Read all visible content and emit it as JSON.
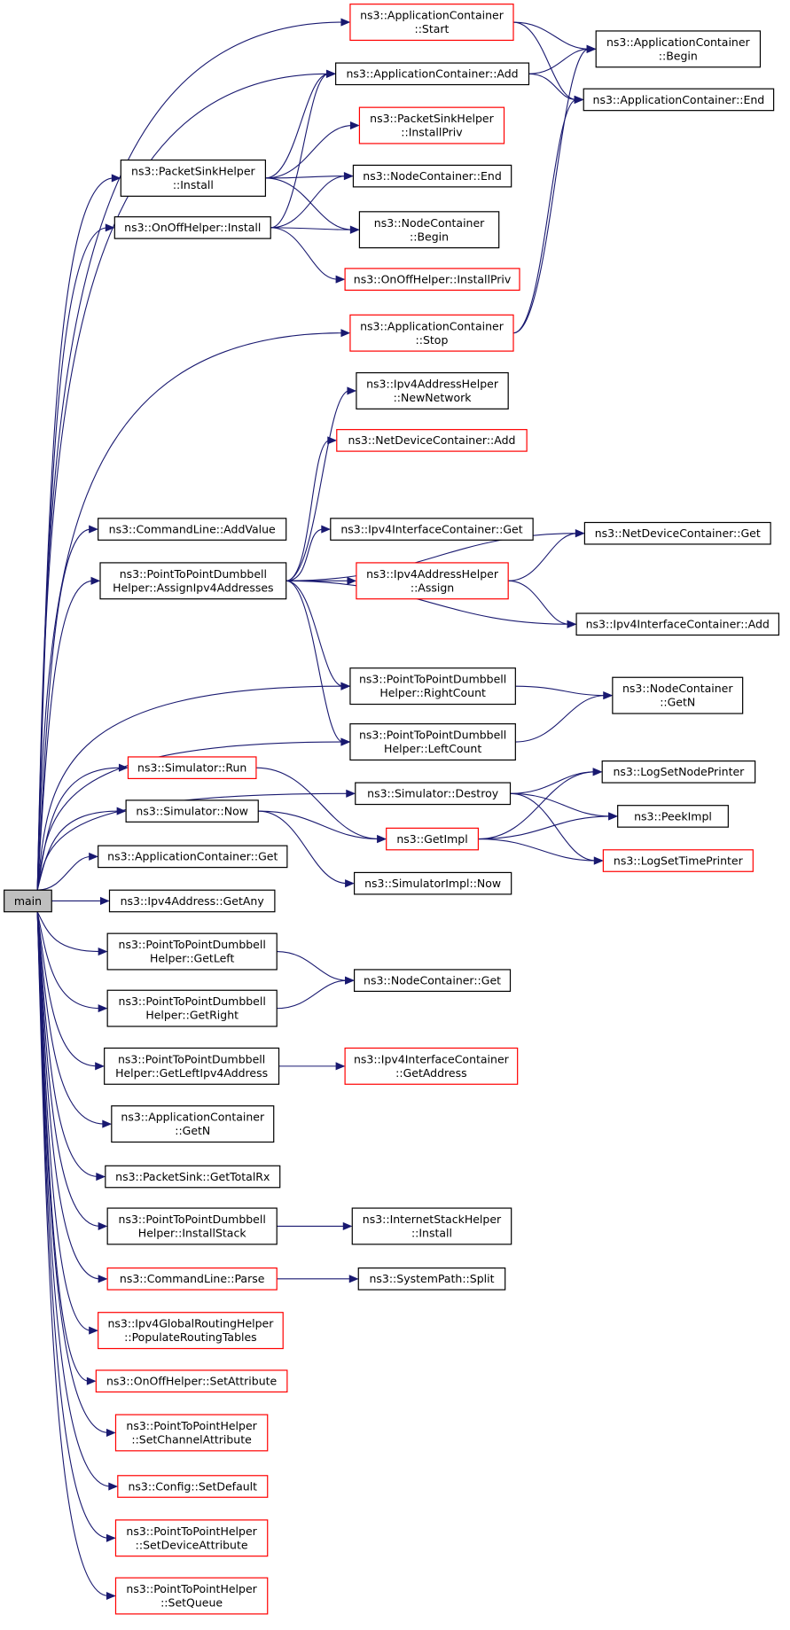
{
  "colors": {
    "edge": "#191970",
    "border_default": "#000000",
    "border_red": "#ff0000",
    "root_fill": "#bfbfbf",
    "node_fill": "#ffffff"
  },
  "nodes": [
    {
      "id": "main",
      "lines": [
        "main"
      ],
      "border": "black",
      "fill": "gray"
    },
    {
      "id": "ac_start",
      "lines": [
        "ns3::ApplicationContainer",
        "::Start"
      ],
      "border": "red"
    },
    {
      "id": "ac_add",
      "lines": [
        "ns3::ApplicationContainer::Add"
      ],
      "border": "black"
    },
    {
      "id": "ac_begin",
      "lines": [
        "ns3::ApplicationContainer",
        "::Begin"
      ],
      "border": "black"
    },
    {
      "id": "ac_end",
      "lines": [
        "ns3::ApplicationContainer::End"
      ],
      "border": "black"
    },
    {
      "id": "psh_installpriv",
      "lines": [
        "ns3::PacketSinkHelper",
        "::InstallPriv"
      ],
      "border": "red"
    },
    {
      "id": "psh_install",
      "lines": [
        "ns3::PacketSinkHelper",
        "::Install"
      ],
      "border": "black"
    },
    {
      "id": "nc_end",
      "lines": [
        "ns3::NodeContainer::End"
      ],
      "border": "black"
    },
    {
      "id": "ooh_install",
      "lines": [
        "ns3::OnOffHelper::Install"
      ],
      "border": "black"
    },
    {
      "id": "nc_begin",
      "lines": [
        "ns3::NodeContainer",
        "::Begin"
      ],
      "border": "black"
    },
    {
      "id": "ooh_installpriv",
      "lines": [
        "ns3::OnOffHelper::InstallPriv"
      ],
      "border": "red"
    },
    {
      "id": "ac_stop",
      "lines": [
        "ns3::ApplicationContainer",
        "::Stop"
      ],
      "border": "red"
    },
    {
      "id": "ipv4h_newnetwork",
      "lines": [
        "ns3::Ipv4AddressHelper",
        "::NewNetwork"
      ],
      "border": "black"
    },
    {
      "id": "ndc_add",
      "lines": [
        "ns3::NetDeviceContainer::Add"
      ],
      "border": "red"
    },
    {
      "id": "cl_addvalue",
      "lines": [
        "ns3::CommandLine::AddValue"
      ],
      "border": "black"
    },
    {
      "id": "ipv4ic_get",
      "lines": [
        "ns3::Ipv4InterfaceContainer::Get"
      ],
      "border": "black"
    },
    {
      "id": "ndc_get",
      "lines": [
        "ns3::NetDeviceContainer::Get"
      ],
      "border": "black"
    },
    {
      "id": "p2pdb_assign",
      "lines": [
        "ns3::PointToPointDumbbell",
        "Helper::AssignIpv4Addresses"
      ],
      "border": "black"
    },
    {
      "id": "ipv4h_assign",
      "lines": [
        "ns3::Ipv4AddressHelper",
        "::Assign"
      ],
      "border": "red"
    },
    {
      "id": "ipv4ic_add",
      "lines": [
        "ns3::Ipv4InterfaceContainer::Add"
      ],
      "border": "black"
    },
    {
      "id": "p2pdb_rightcount",
      "lines": [
        "ns3::PointToPointDumbbell",
        "Helper::RightCount"
      ],
      "border": "black"
    },
    {
      "id": "nc_getn",
      "lines": [
        "ns3::NodeContainer",
        "::GetN"
      ],
      "border": "black"
    },
    {
      "id": "p2pdb_leftcount",
      "lines": [
        "ns3::PointToPointDumbbell",
        "Helper::LeftCount"
      ],
      "border": "black"
    },
    {
      "id": "sim_run",
      "lines": [
        "ns3::Simulator::Run"
      ],
      "border": "red"
    },
    {
      "id": "sim_destroy",
      "lines": [
        "ns3::Simulator::Destroy"
      ],
      "border": "black"
    },
    {
      "id": "log_setnodeprinter",
      "lines": [
        "ns3::LogSetNodePrinter"
      ],
      "border": "black"
    },
    {
      "id": "sim_now",
      "lines": [
        "ns3::Simulator::Now"
      ],
      "border": "black"
    },
    {
      "id": "getimpl",
      "lines": [
        "ns3::GetImpl"
      ],
      "border": "red"
    },
    {
      "id": "peekimpl",
      "lines": [
        "ns3::PeekImpl"
      ],
      "border": "black"
    },
    {
      "id": "log_settimeprinter",
      "lines": [
        "ns3::LogSetTimePrinter"
      ],
      "border": "red"
    },
    {
      "id": "ac_get",
      "lines": [
        "ns3::ApplicationContainer::Get"
      ],
      "border": "black"
    },
    {
      "id": "simimpl_now",
      "lines": [
        "ns3::SimulatorImpl::Now"
      ],
      "border": "black"
    },
    {
      "id": "ipv4addr_getany",
      "lines": [
        "ns3::Ipv4Address::GetAny"
      ],
      "border": "black"
    },
    {
      "id": "p2pdb_getleft",
      "lines": [
        "ns3::PointToPointDumbbell",
        "Helper::GetLeft"
      ],
      "border": "black"
    },
    {
      "id": "nc_get",
      "lines": [
        "ns3::NodeContainer::Get"
      ],
      "border": "black"
    },
    {
      "id": "p2pdb_getright",
      "lines": [
        "ns3::PointToPointDumbbell",
        "Helper::GetRight"
      ],
      "border": "black"
    },
    {
      "id": "p2pdb_getleftipv4",
      "lines": [
        "ns3::PointToPointDumbbell",
        "Helper::GetLeftIpv4Address"
      ],
      "border": "black"
    },
    {
      "id": "ipv4ic_getaddress",
      "lines": [
        "ns3::Ipv4InterfaceContainer",
        "::GetAddress"
      ],
      "border": "red"
    },
    {
      "id": "ac_getn",
      "lines": [
        "ns3::ApplicationContainer",
        "::GetN"
      ],
      "border": "black"
    },
    {
      "id": "ps_gettotalrx",
      "lines": [
        "ns3::PacketSink::GetTotalRx"
      ],
      "border": "black"
    },
    {
      "id": "p2pdb_installstack",
      "lines": [
        "ns3::PointToPointDumbbell",
        "Helper::InstallStack"
      ],
      "border": "black"
    },
    {
      "id": "ish_install",
      "lines": [
        "ns3::InternetStackHelper",
        "::Install"
      ],
      "border": "black"
    },
    {
      "id": "cl_parse",
      "lines": [
        "ns3::CommandLine::Parse"
      ],
      "border": "red"
    },
    {
      "id": "sp_split",
      "lines": [
        "ns3::SystemPath::Split"
      ],
      "border": "black"
    },
    {
      "id": "ipv4grh_populate",
      "lines": [
        "ns3::Ipv4GlobalRoutingHelper",
        "::PopulateRoutingTables"
      ],
      "border": "red"
    },
    {
      "id": "ooh_setattribute",
      "lines": [
        "ns3::OnOffHelper::SetAttribute"
      ],
      "border": "red"
    },
    {
      "id": "p2ph_setchannelattr",
      "lines": [
        "ns3::PointToPointHelper",
        "::SetChannelAttribute"
      ],
      "border": "red"
    },
    {
      "id": "config_setdefault",
      "lines": [
        "ns3::Config::SetDefault"
      ],
      "border": "red"
    },
    {
      "id": "p2ph_setdeviceattr",
      "lines": [
        "ns3::PointToPointHelper",
        "::SetDeviceAttribute"
      ],
      "border": "red"
    },
    {
      "id": "p2ph_setqueue",
      "lines": [
        "ns3::PointToPointHelper",
        "::SetQueue"
      ],
      "border": "red"
    }
  ],
  "edges": [
    [
      "main",
      "ac_start"
    ],
    [
      "main",
      "ac_add"
    ],
    [
      "main",
      "psh_install"
    ],
    [
      "main",
      "ooh_install"
    ],
    [
      "main",
      "ac_stop"
    ],
    [
      "main",
      "cl_addvalue"
    ],
    [
      "main",
      "p2pdb_assign"
    ],
    [
      "main",
      "p2pdb_rightcount"
    ],
    [
      "main",
      "p2pdb_leftcount"
    ],
    [
      "main",
      "sim_run"
    ],
    [
      "main",
      "sim_destroy"
    ],
    [
      "main",
      "sim_now"
    ],
    [
      "main",
      "ac_get"
    ],
    [
      "main",
      "ipv4addr_getany"
    ],
    [
      "main",
      "p2pdb_getleft"
    ],
    [
      "main",
      "p2pdb_getright"
    ],
    [
      "main",
      "p2pdb_getleftipv4"
    ],
    [
      "main",
      "ac_getn"
    ],
    [
      "main",
      "ps_gettotalrx"
    ],
    [
      "main",
      "p2pdb_installstack"
    ],
    [
      "main",
      "cl_parse"
    ],
    [
      "main",
      "ipv4grh_populate"
    ],
    [
      "main",
      "ooh_setattribute"
    ],
    [
      "main",
      "p2ph_setchannelattr"
    ],
    [
      "main",
      "config_setdefault"
    ],
    [
      "main",
      "p2ph_setdeviceattr"
    ],
    [
      "main",
      "p2ph_setqueue"
    ],
    [
      "ac_start",
      "ac_begin"
    ],
    [
      "ac_start",
      "ac_end"
    ],
    [
      "ac_add",
      "ac_begin"
    ],
    [
      "ac_add",
      "ac_end"
    ],
    [
      "psh_install",
      "ac_add"
    ],
    [
      "psh_install",
      "psh_installpriv"
    ],
    [
      "psh_install",
      "nc_end"
    ],
    [
      "psh_install",
      "nc_begin"
    ],
    [
      "ooh_install",
      "ac_add"
    ],
    [
      "ooh_install",
      "nc_end"
    ],
    [
      "ooh_install",
      "nc_begin"
    ],
    [
      "ooh_install",
      "ooh_installpriv"
    ],
    [
      "ac_stop",
      "ac_begin"
    ],
    [
      "ac_stop",
      "ac_end"
    ],
    [
      "p2pdb_assign",
      "ipv4h_newnetwork"
    ],
    [
      "p2pdb_assign",
      "ndc_add"
    ],
    [
      "p2pdb_assign",
      "ndc_get"
    ],
    [
      "p2pdb_assign",
      "ipv4ic_get"
    ],
    [
      "p2pdb_assign",
      "ipv4h_assign"
    ],
    [
      "p2pdb_assign",
      "ipv4ic_add"
    ],
    [
      "p2pdb_assign",
      "p2pdb_rightcount"
    ],
    [
      "p2pdb_assign",
      "p2pdb_leftcount"
    ],
    [
      "ipv4h_assign",
      "ndc_get"
    ],
    [
      "ipv4h_assign",
      "ipv4ic_add"
    ],
    [
      "p2pdb_rightcount",
      "nc_getn"
    ],
    [
      "p2pdb_leftcount",
      "nc_getn"
    ],
    [
      "sim_run",
      "getimpl"
    ],
    [
      "sim_destroy",
      "log_setnodeprinter"
    ],
    [
      "sim_destroy",
      "peekimpl"
    ],
    [
      "sim_destroy",
      "log_settimeprinter"
    ],
    [
      "sim_now",
      "getimpl"
    ],
    [
      "sim_now",
      "simimpl_now"
    ],
    [
      "getimpl",
      "log_setnodeprinter"
    ],
    [
      "getimpl",
      "peekimpl"
    ],
    [
      "getimpl",
      "log_settimeprinter"
    ],
    [
      "p2pdb_getleft",
      "nc_get"
    ],
    [
      "p2pdb_getright",
      "nc_get"
    ],
    [
      "p2pdb_getleftipv4",
      "ipv4ic_getaddress"
    ],
    [
      "p2pdb_installstack",
      "ish_install"
    ],
    [
      "cl_parse",
      "sp_split"
    ]
  ]
}
